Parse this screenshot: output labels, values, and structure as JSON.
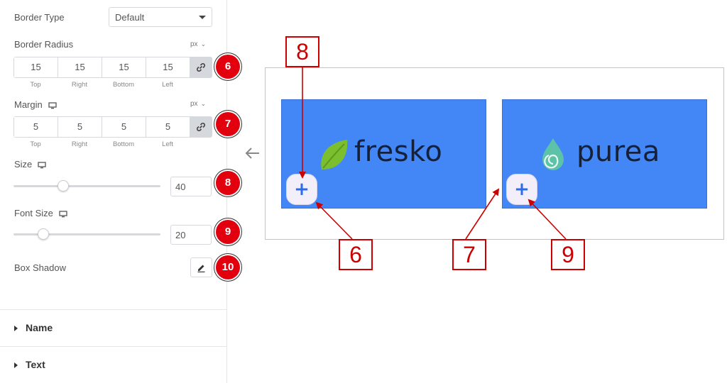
{
  "panel": {
    "border_type": {
      "label": "Border Type",
      "value": "Default"
    },
    "border_radius": {
      "label": "Border Radius",
      "unit": "px",
      "values": [
        "15",
        "15",
        "15",
        "15"
      ],
      "sides": [
        "Top",
        "Right",
        "Bottom",
        "Left"
      ],
      "badge": "6"
    },
    "margin": {
      "label": "Margin",
      "unit": "px",
      "values": [
        "5",
        "5",
        "5",
        "5"
      ],
      "sides": [
        "Top",
        "Right",
        "Bottom",
        "Left"
      ],
      "badge": "7"
    },
    "size": {
      "label": "Size",
      "value": "40",
      "slider_fraction": 0.33,
      "badge": "8"
    },
    "font_size": {
      "label": "Font Size",
      "value": "20",
      "slider_fraction": 0.2,
      "badge": "9"
    },
    "box_shadow": {
      "label": "Box Shadow",
      "badge": "10"
    },
    "sections": [
      {
        "title": "Name"
      },
      {
        "title": "Text"
      }
    ]
  },
  "preview": {
    "cards": [
      {
        "logo_text": "fresko",
        "logo_icon": "leaf-icon",
        "button_icon": "plus-icon"
      },
      {
        "logo_text": "purea",
        "logo_icon": "water-drop-icon",
        "button_icon": "plus-icon"
      }
    ],
    "callouts": [
      "8",
      "6",
      "7",
      "9"
    ]
  },
  "colors": {
    "badge": "#e2000f",
    "card": "#4287f5",
    "frame_border": "#f0a6ef",
    "callout": "#cc0000",
    "plus": "#2d6ee8",
    "leaf": "#7cbf2e",
    "drop": "#5cc3a8"
  }
}
